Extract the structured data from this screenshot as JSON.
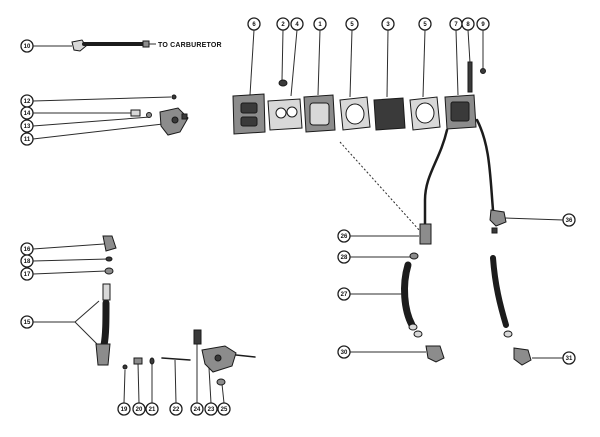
{
  "caption": "TO CARBURETOR",
  "callouts": {
    "c10": "10",
    "c12": "12",
    "c14": "14",
    "c13": "13",
    "c11": "11",
    "c6": "6",
    "c2": "2",
    "c4": "4",
    "c1": "1",
    "c5a": "5",
    "c3": "3",
    "c5b": "5",
    "c7": "7",
    "c8": "8",
    "c9": "9",
    "c26": "26",
    "c28": "28",
    "c27": "27",
    "c30": "30",
    "c36": "36",
    "c31": "31",
    "c16": "16",
    "c18": "18",
    "c17": "17",
    "c15": "15",
    "c19": "19",
    "c20": "20",
    "c21": "21",
    "c22": "22",
    "c24": "24",
    "c23": "23",
    "c25": "25"
  }
}
